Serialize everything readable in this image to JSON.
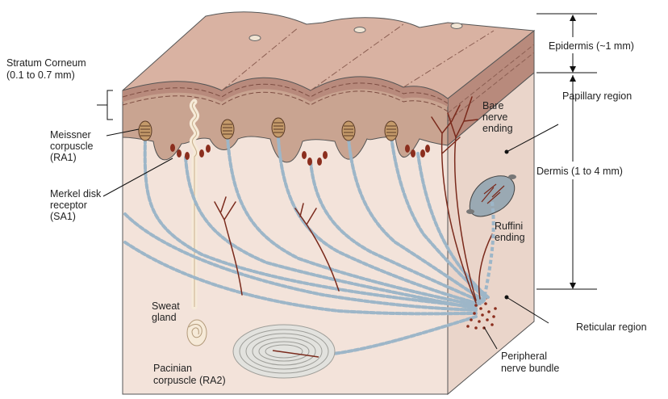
{
  "labels": {
    "stratum_corneum": [
      "Stratum Corneum",
      "(0.1 to 0.7 mm)"
    ],
    "meissner": [
      "Meissner",
      "corpuscle",
      "(RA1)"
    ],
    "merkel": [
      "Merkel disk",
      "receptor",
      "(SA1)"
    ],
    "sweat_gland": [
      "Sweat",
      "gland"
    ],
    "pacinian": [
      "Pacinian",
      "corpuscle (RA2)"
    ],
    "bare_nerve": [
      "Bare",
      "nerve",
      "ending"
    ],
    "ruffini": [
      "Ruffini",
      "ending"
    ],
    "peripheral_nerve": [
      "Peripheral",
      "nerve bundle"
    ],
    "epidermis": "Epidermis (~1 mm)",
    "papillary": "Papillary region",
    "dermis": "Dermis  (1 to 4 mm)",
    "reticular": "Reticular region"
  },
  "colors": {
    "epidermis_top": "#d9b2a2",
    "epidermis_band": "#b88a7c",
    "dermis": "#f3e3da",
    "dermis_side": "#ead5ca",
    "papilla": "#c9a491",
    "nerve": "#7a2a1c",
    "myelin": "#9db6c8",
    "sweat": "#f6ead8",
    "pacinian": "#d6d6d2",
    "ruffini": "#9aa9b3"
  },
  "icons": [
    "meissner-corpuscle-icon",
    "merkel-disk-icon",
    "sweat-gland-icon",
    "pacinian-corpuscle-icon",
    "ruffini-ending-icon",
    "free-nerve-ending-icon",
    "nerve-bundle-icon"
  ]
}
